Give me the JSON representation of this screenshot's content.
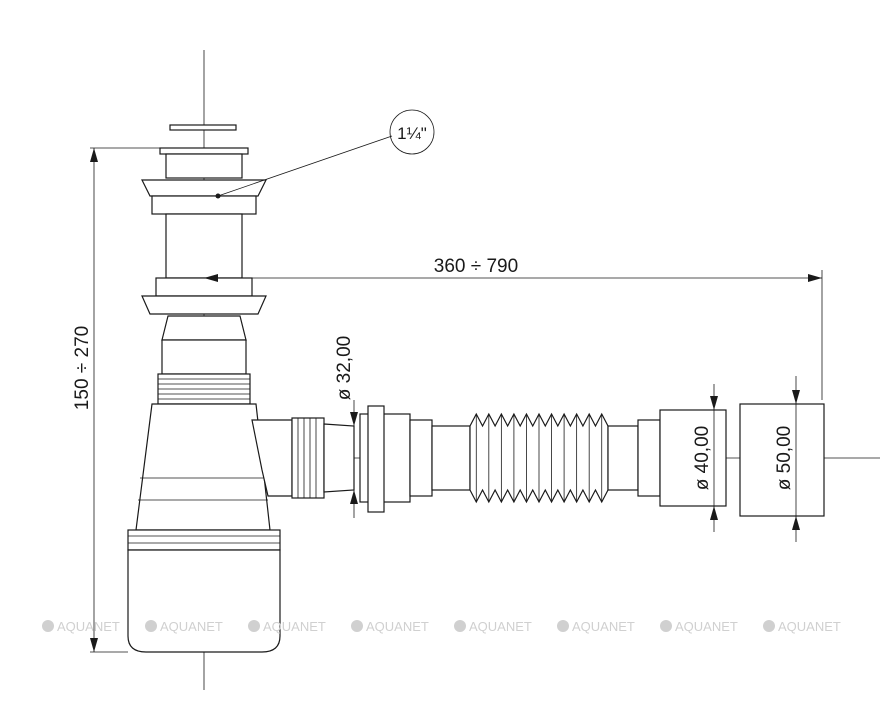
{
  "dimensions": {
    "height": "150 ÷ 270",
    "length": "360 ÷ 790",
    "thread": "1¼\"",
    "inlet_diameter": "ø 32,00",
    "outlet_diameter_small": "ø 40,00",
    "outlet_diameter_large": "ø 50,00"
  },
  "watermark": {
    "text": "AQUANET",
    "count": 8
  },
  "colors": {
    "line": "#1a1a1a",
    "watermark": "#d0d0d0",
    "background": "#ffffff"
  }
}
